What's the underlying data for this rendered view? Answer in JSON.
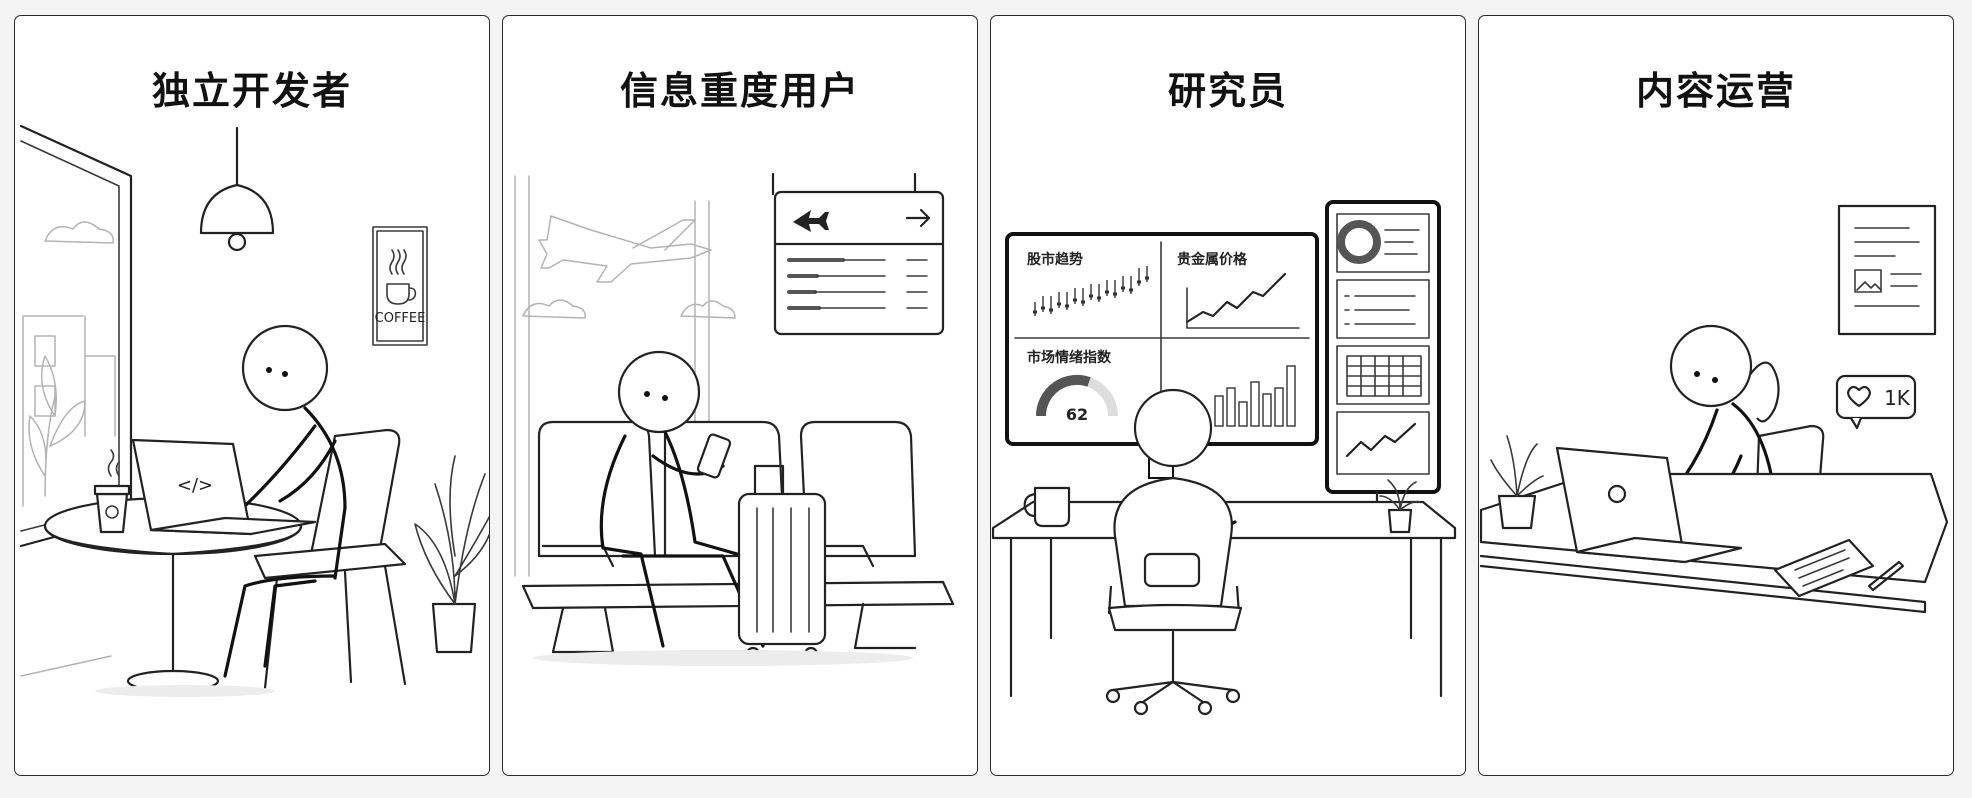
{
  "panels": [
    {
      "title": "独立开发者",
      "coffee_sign": "COFFEE",
      "laptop_glyph": "</>"
    },
    {
      "title": "信息重度用户"
    },
    {
      "title": "研究员",
      "dashboard": {
        "stock_trend": "股市趋势",
        "precious_metals": "贵金属价格",
        "sentiment_index": "市场情绪指数",
        "sentiment_value": "62"
      }
    },
    {
      "title": "内容运营",
      "likes": "1K"
    }
  ],
  "colors": {
    "ink": "#111111",
    "panel_bg": "#ffffff",
    "page_bg": "#f4f4f4",
    "muted": "#b3b3b3"
  },
  "icons": [
    "lamp-icon",
    "coffee-cup-icon",
    "code-icon",
    "airplane-icon",
    "arrow-right-icon",
    "gauge-icon",
    "heart-icon",
    "image-icon",
    "pen-icon"
  ]
}
